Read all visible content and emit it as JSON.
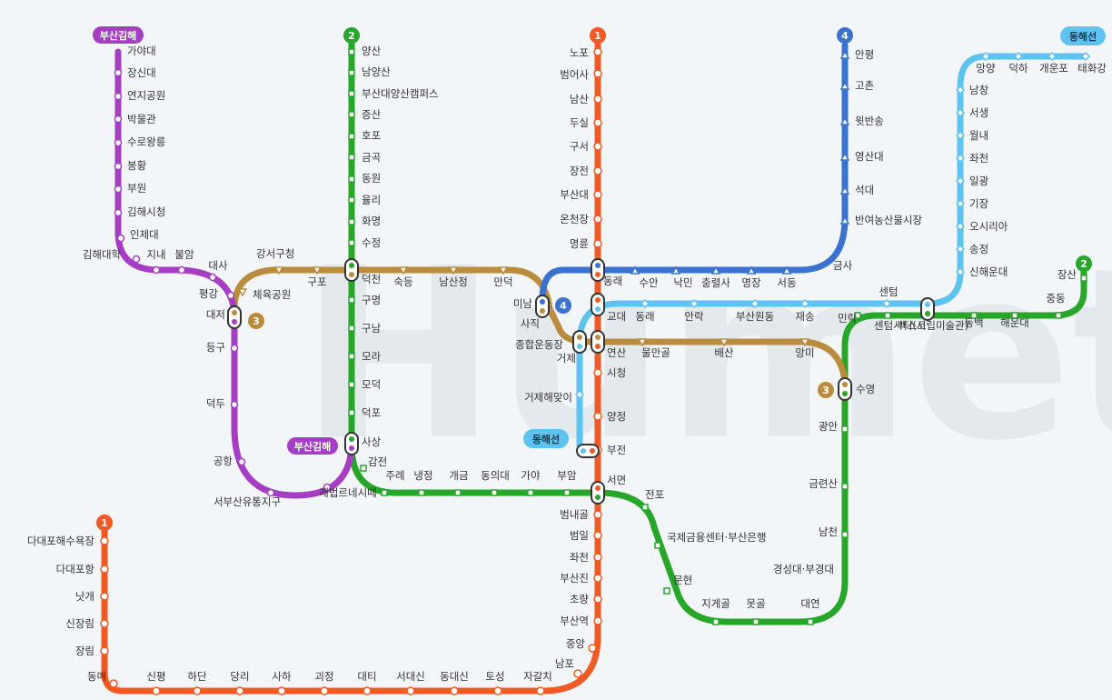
{
  "watermark": "Humetro",
  "lines": [
    {
      "id": "line1",
      "number": "1",
      "color": "#f15a24",
      "shape": "circle"
    },
    {
      "id": "line2",
      "number": "2",
      "color": "#27a62a",
      "shape": "square"
    },
    {
      "id": "line3",
      "number": "3",
      "color": "#bc8c3e",
      "shape": "inverted-triangle"
    },
    {
      "id": "line4",
      "number": "4",
      "color": "#3a73cf",
      "shape": "triangle"
    },
    {
      "id": "bgl",
      "name": "부산김해",
      "color": "#a63ec4",
      "shape": "pentagon"
    },
    {
      "id": "dhl",
      "name": "동해선",
      "color": "#5ec3ef",
      "shape": "diamond"
    }
  ],
  "badges": {
    "line1_top": "1",
    "line1_left": "1",
    "line2_top": "2",
    "line2_right": "2",
    "line3_left": "3",
    "line3_right": "3",
    "line4_top": "4",
    "line4_minam": "4",
    "bgl_top": "부산김해",
    "bgl_sasang": "부산김해",
    "dhl_top": "동해선",
    "dhl_bujeon": "동해선"
  },
  "stations": {
    "line1_vertical": [
      "노포",
      "범어사",
      "남산",
      "두실",
      "구서",
      "장전",
      "부산대",
      "온천장",
      "명륜",
      "동래",
      "교대",
      "연산",
      "시청",
      "양정",
      "부전",
      "서면",
      "범내골",
      "범일",
      "좌천",
      "부산진",
      "초량",
      "부산역",
      "중앙",
      "남포"
    ],
    "line1_bottom": [
      "동매",
      "신평",
      "하단",
      "당리",
      "사하",
      "괴정",
      "대티",
      "서대신",
      "동대신",
      "토성",
      "자갈치"
    ],
    "line1_left": [
      "다대포해수욕장",
      "다대포항",
      "낫개",
      "신장림",
      "장림"
    ],
    "line2_vertical": [
      "양산",
      "남양산",
      "부산대양산캠퍼스",
      "증산",
      "호포",
      "금곡",
      "동원",
      "율리",
      "화명",
      "수정",
      "덕천",
      "구명",
      "구남",
      "모라",
      "모덕",
      "덕포",
      "사상",
      "감전"
    ],
    "line2_bottom": [
      "주례",
      "냉정",
      "개금",
      "동의대",
      "가야",
      "부암",
      "서면",
      "전포",
      "국제금융센터·부산은행",
      "문현",
      "지게골",
      "못골",
      "대연",
      "경성대·부경대",
      "남천",
      "금련산",
      "광안",
      "수영",
      "민락",
      "센텀시티(시립미술관)",
      "벡스코",
      "동백",
      "해운대",
      "중동",
      "장산"
    ],
    "line3": [
      "강서구청",
      "체육공원",
      "대저",
      "구포",
      "숙등",
      "남산정",
      "만덕",
      "미남",
      "사직",
      "종합운동장",
      "거제",
      "연산",
      "물만골",
      "배산",
      "망미",
      "수영"
    ],
    "line4": [
      "안평",
      "고촌",
      "윗반송",
      "영산대",
      "석대",
      "반여농산물시장",
      "금사",
      "서동",
      "명장",
      "충렬사",
      "낙민",
      "수안",
      "동래",
      "미남"
    ],
    "bgl": [
      "가야대",
      "장신대",
      "연지공원",
      "박물관",
      "수로왕릉",
      "봉황",
      "부원",
      "김해시청",
      "인제대",
      "김해대학",
      "지내",
      "불암",
      "대사",
      "평강",
      "대저",
      "등구",
      "덕두",
      "공항",
      "서부산유통지구",
      "괘법르네시떼",
      "사상"
    ],
    "dhl": [
      "태화강",
      "개운포",
      "덕하",
      "망양",
      "남창",
      "서생",
      "월내",
      "좌천",
      "일광",
      "기장",
      "오시리아",
      "송정",
      "신해운대",
      "벡스코",
      "센텀",
      "재송",
      "부산원동",
      "안락",
      "동래",
      "교대",
      "거제",
      "거제해맞이",
      "부전"
    ]
  }
}
